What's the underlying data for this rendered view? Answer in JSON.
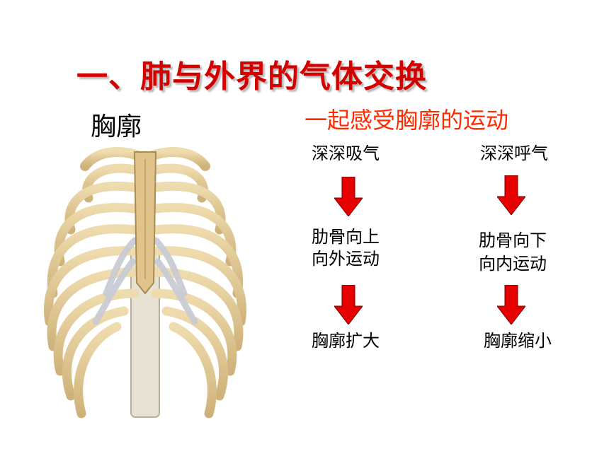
{
  "slide": {
    "title": "一、肺与外界的气体交换",
    "subject": "胸廓",
    "subtitle": "一起感受胸廓的运动"
  },
  "inhale": {
    "step1": "深深吸气",
    "step2_line1": "肋骨向上",
    "step2_line2": "向外运动",
    "step3": "胸廓扩大"
  },
  "exhale": {
    "step1": "深深呼气",
    "step2_line1": "肋骨向下",
    "step2_line2": "向内运动",
    "step3": "胸廓缩小"
  },
  "colors": {
    "title": "#d40000",
    "subtitle": "#ff2a00",
    "arrow": "#e60000",
    "bone": "#e3cc9a",
    "cartilage": "#c9ccd4"
  }
}
